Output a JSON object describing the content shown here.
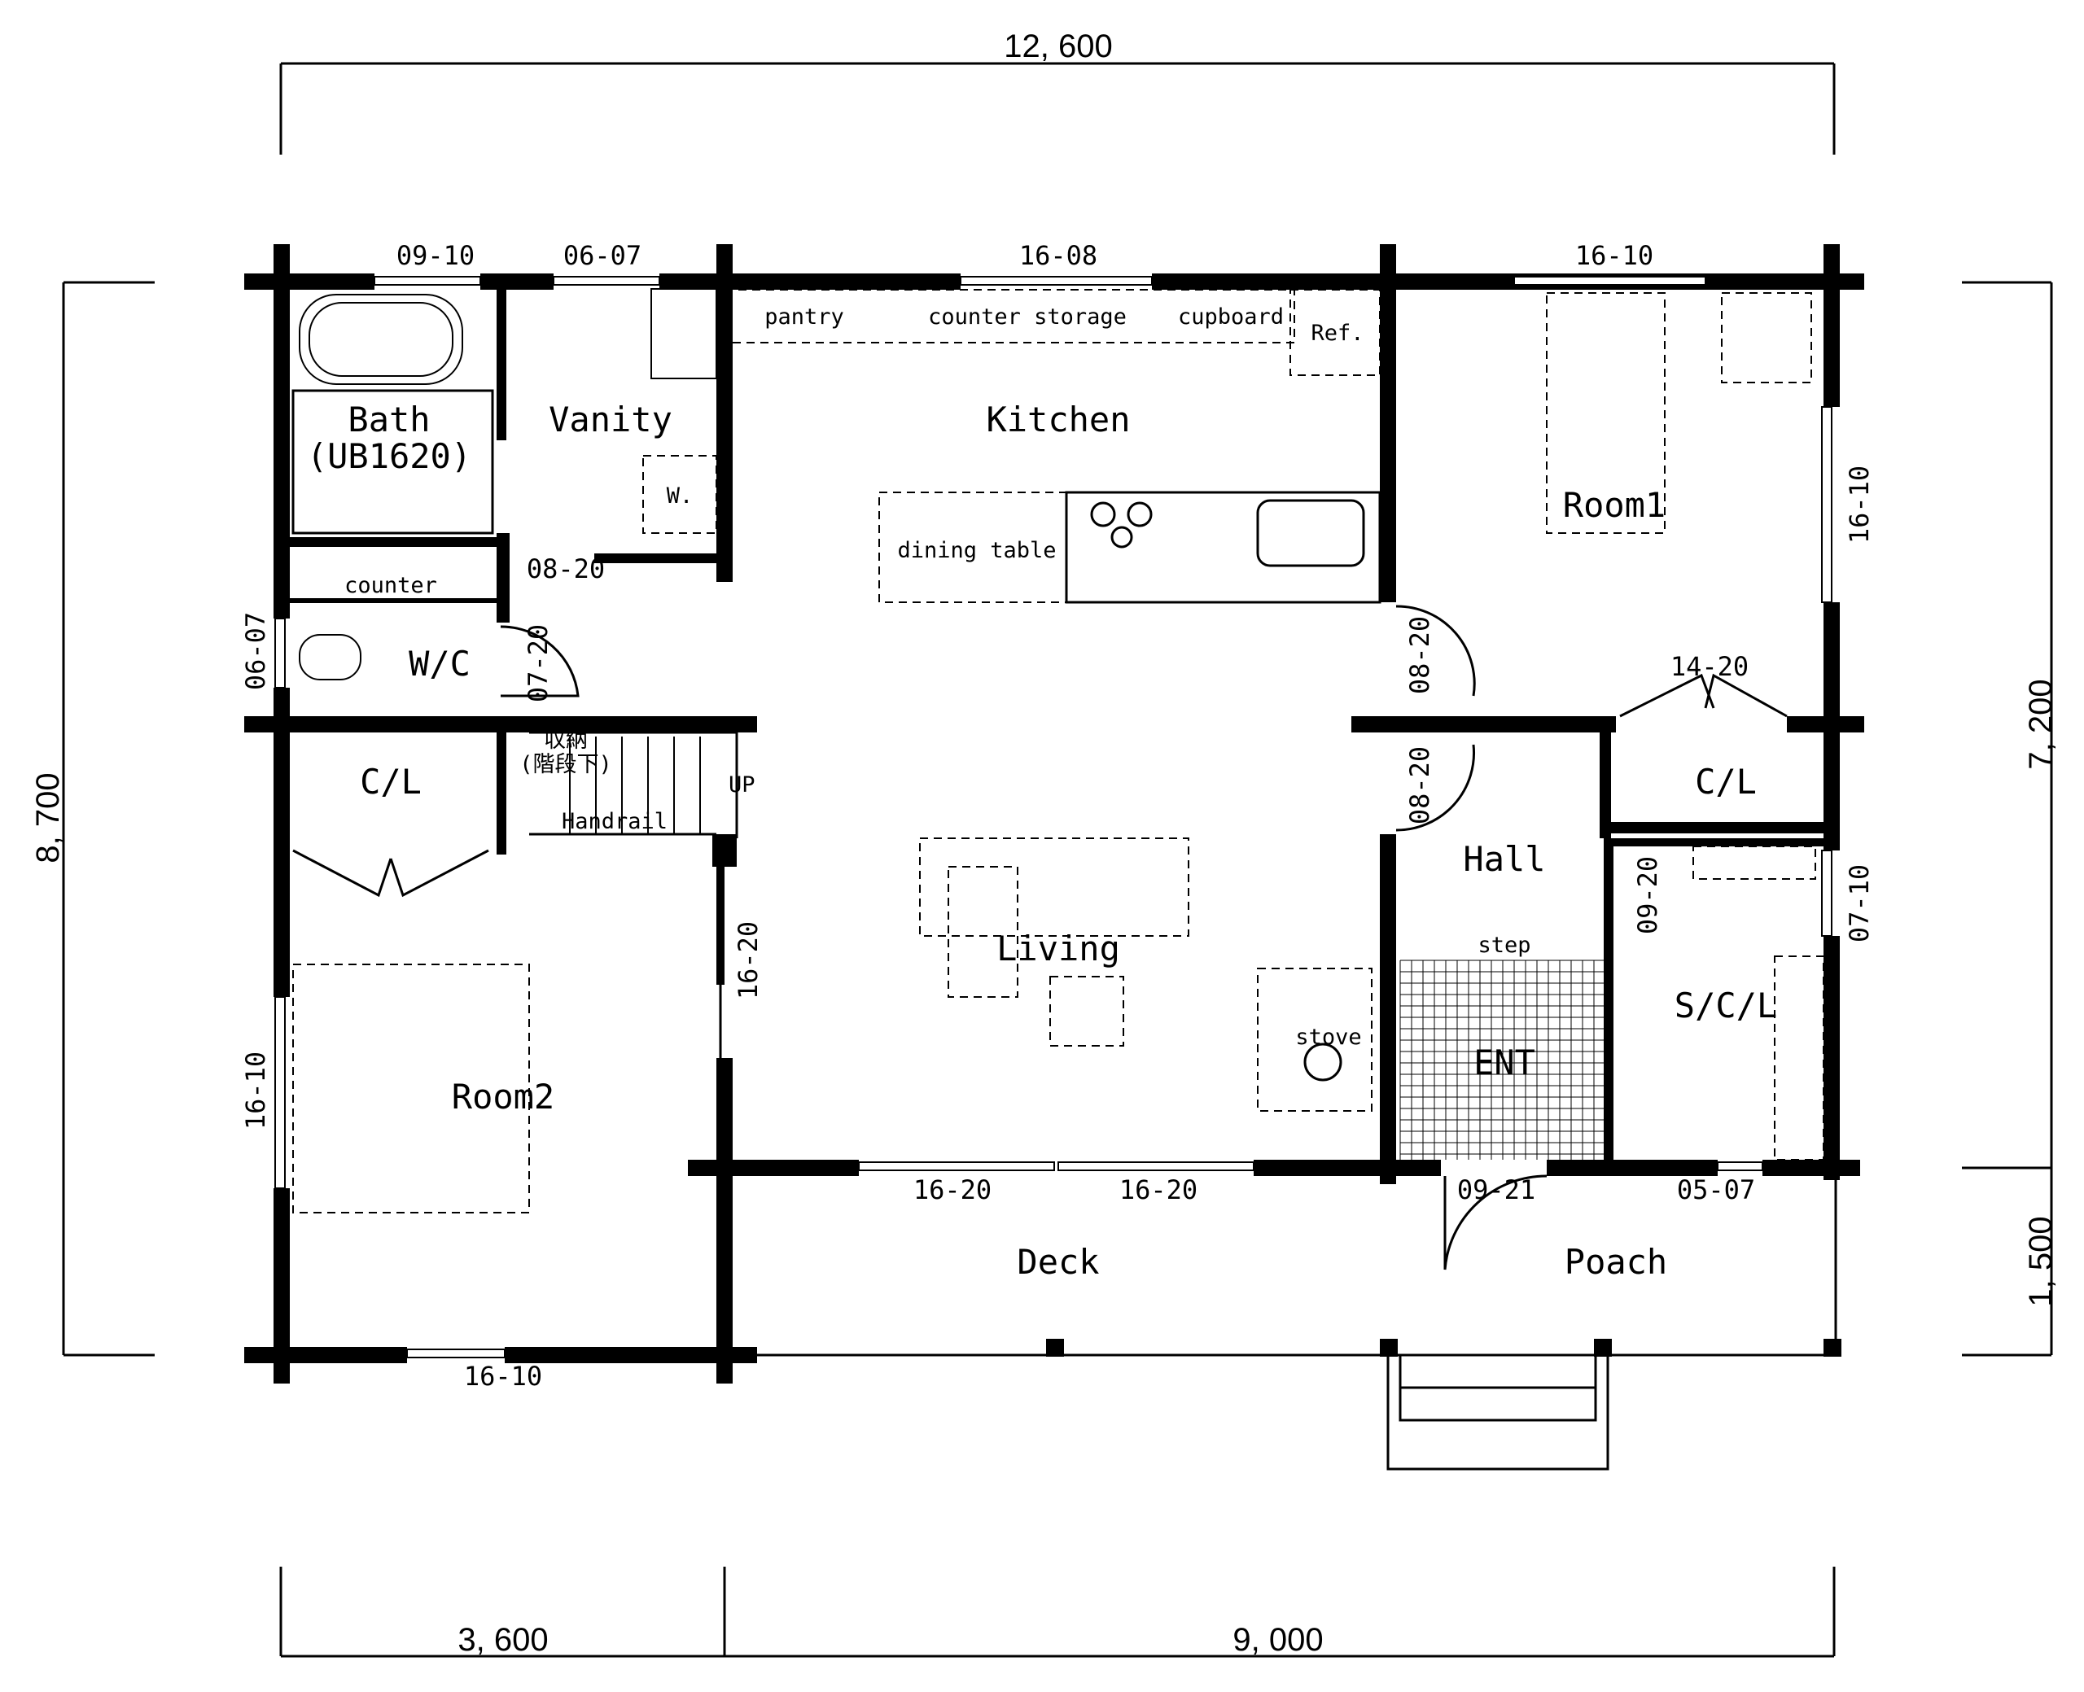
{
  "dimensions": {
    "top_total": "12, 600",
    "left_total": "8, 700",
    "right_main": "7, 200",
    "right_deck": "1, 500",
    "bottom_left": "3, 600",
    "bottom_right": "9, 000"
  },
  "rooms": {
    "bath": "Bath",
    "bath_model": "(UB1620)",
    "vanity": "Vanity",
    "kitchen": "Kitchen",
    "room1": "Room1",
    "wc": "W/C",
    "cl_left": "C/L",
    "cl_right": "C/L",
    "living": "Living",
    "hall": "Hall",
    "room2": "Room2",
    "ent": "ENT",
    "scl": "S/C/L",
    "deck": "Deck",
    "poach": "Poach"
  },
  "fixtures": {
    "pantry": "pantry",
    "counter_storage": "counter storage",
    "cupboard": "cupboard",
    "ref": "Ref.",
    "washer": "W.",
    "dining_table": "dining table",
    "counter": "counter",
    "storage_jp": "収納",
    "storage_jp_sub": "(階段下)",
    "up": "UP",
    "handrail": "Handrail",
    "stove": "stove",
    "step": "step"
  },
  "openings": {
    "w_bath": "09-10",
    "w_vanity": "06-07",
    "w_kitchen": "16-08",
    "w_room1_top": "16-10",
    "w_room1_right": "16-10",
    "d_vanity": "08-20",
    "w_wc": "06-07",
    "d_wc": "07-20",
    "d_kitchen": "08-20",
    "d_cl_right": "14-20",
    "d_hall": "08-20",
    "d_scl": "09-20",
    "w_scl_right": "07-10",
    "d_living_room2": "16-20",
    "w_room2_left": "16-10",
    "w_deck_1": "16-20",
    "w_deck_2": "16-20",
    "d_entry": "09-21",
    "w_scl_bottom": "05-07",
    "w_room2_bottom": "16-10"
  }
}
